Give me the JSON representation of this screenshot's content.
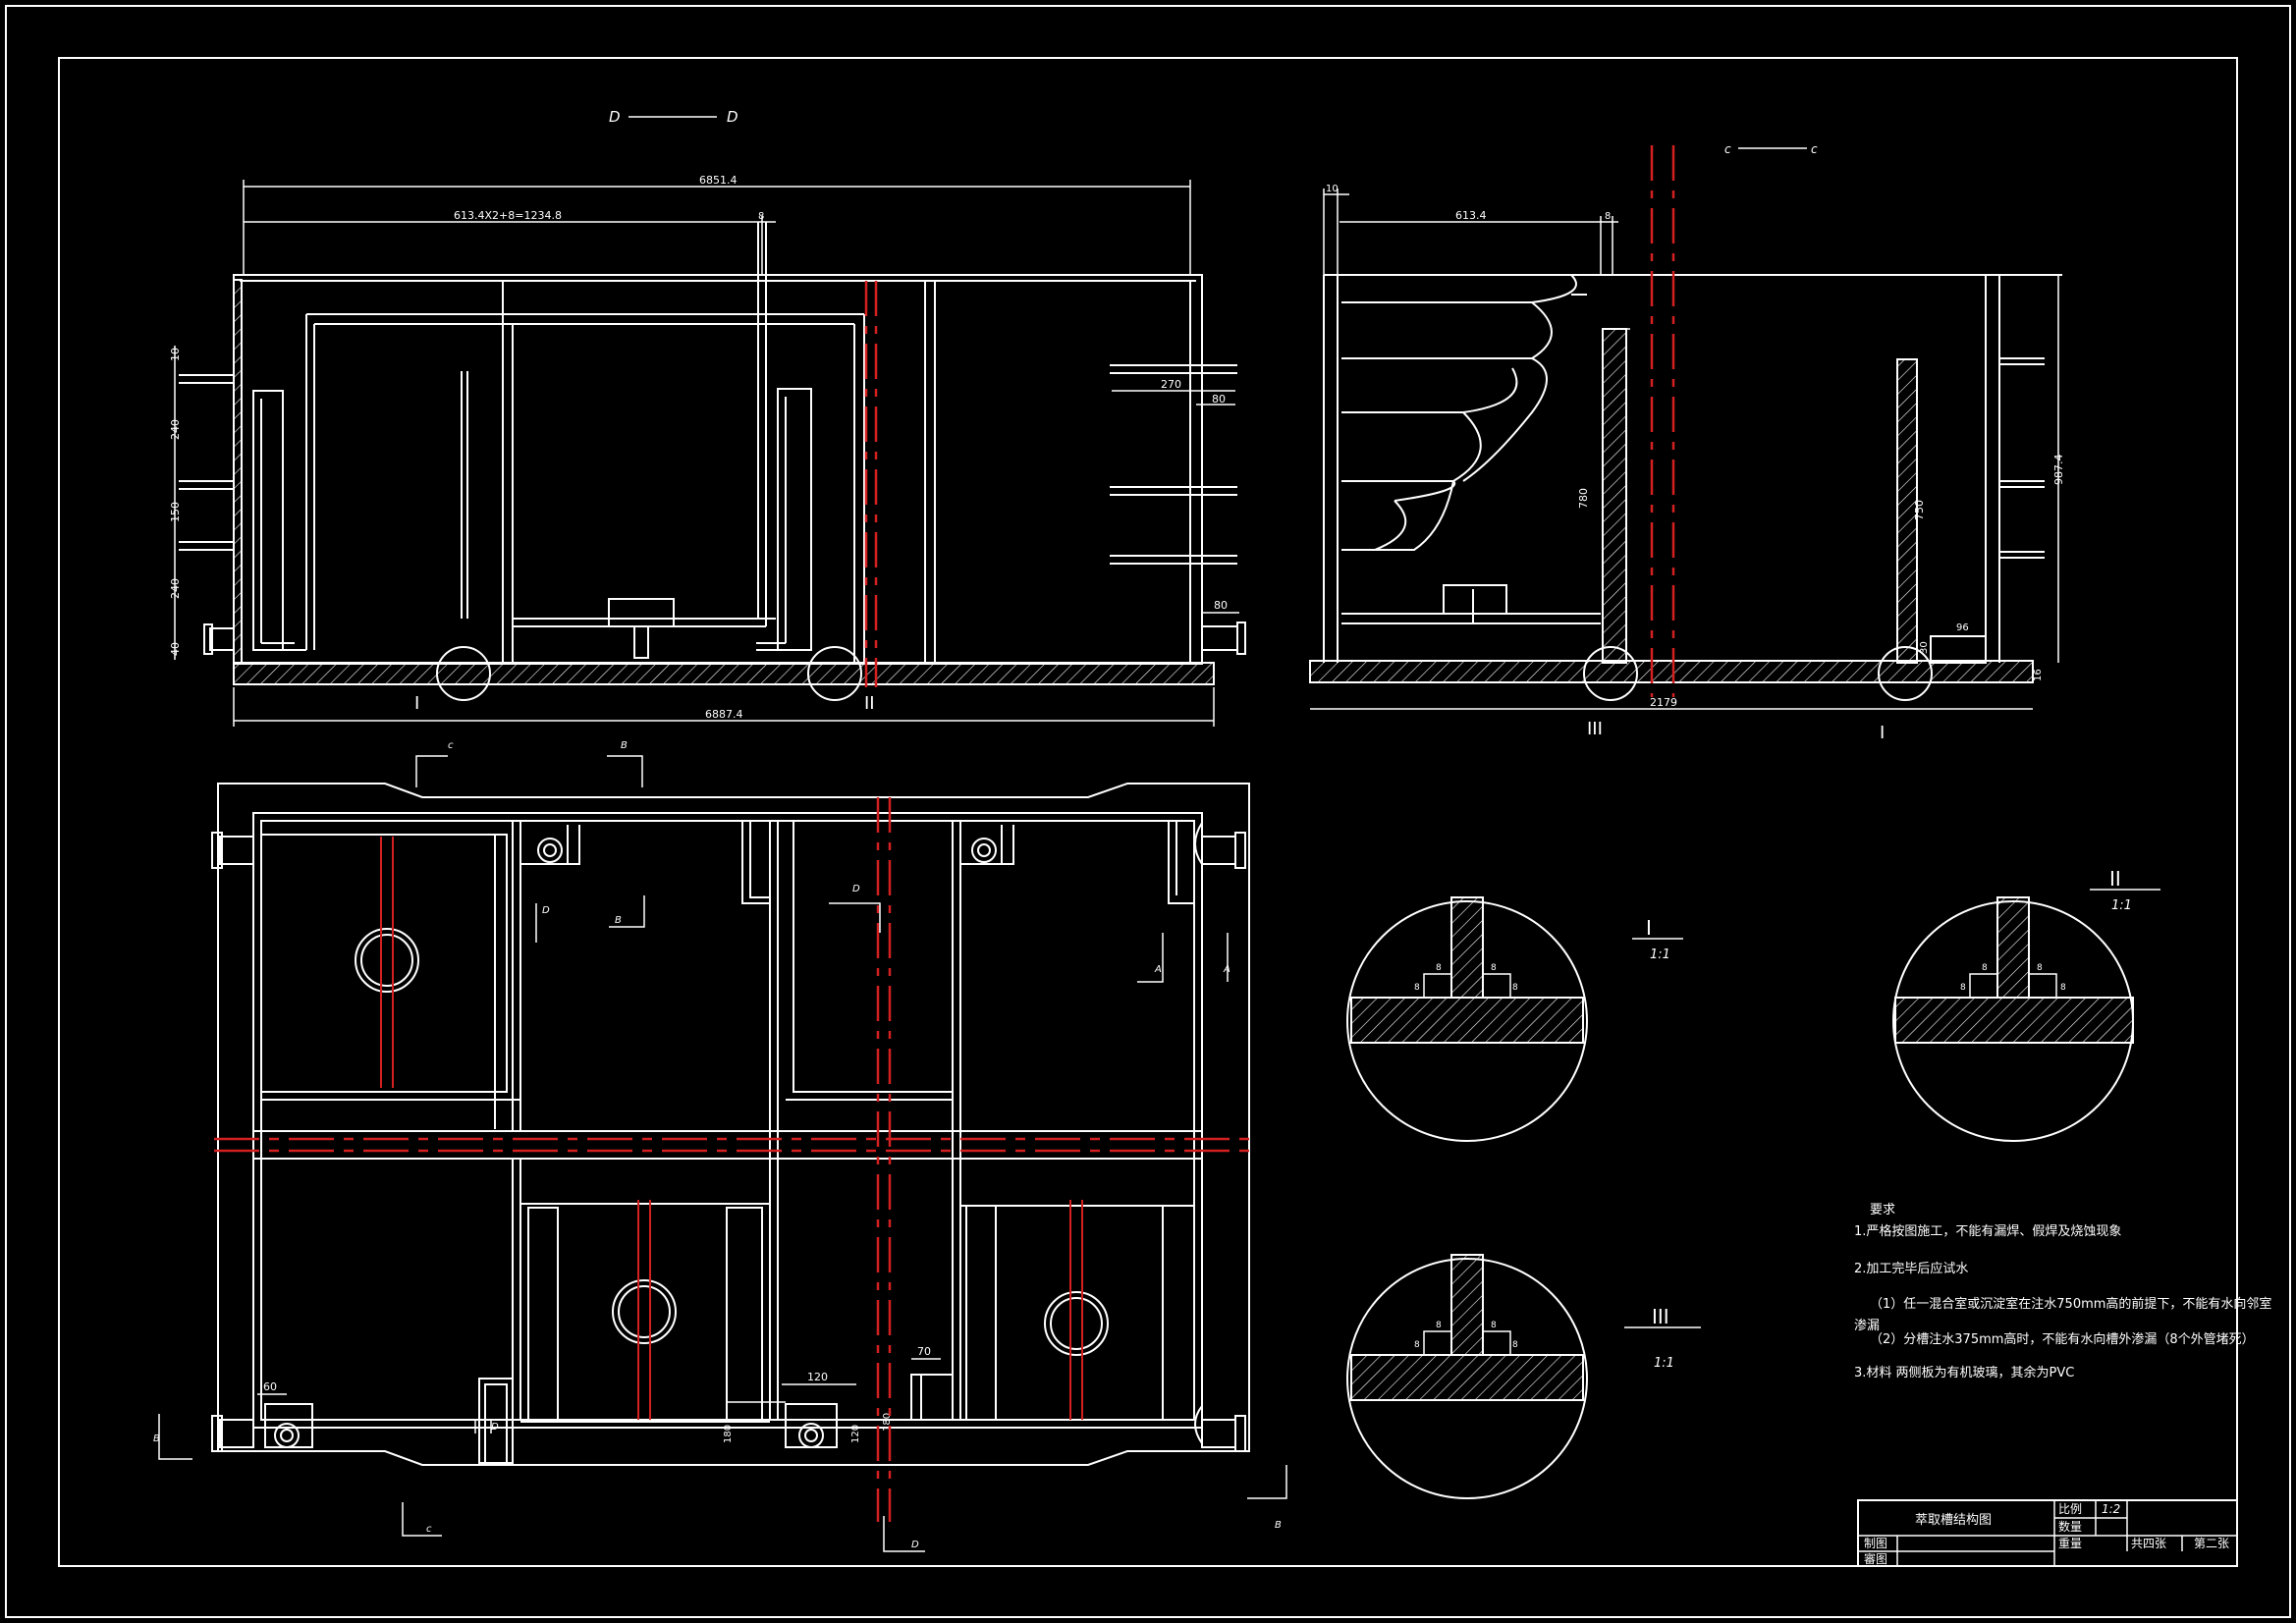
{
  "section_d": {
    "left": "D",
    "right": "D"
  },
  "section_c": {
    "left": "c",
    "right": "c"
  },
  "front_view": {
    "dims": {
      "overall_top": "6851.4",
      "sub_top": "613.4X2+8=1234.8",
      "sub_small": "8",
      "left_1": "10",
      "left_2": "240",
      "left_3": "150",
      "left_4": "240",
      "left_5": "40",
      "right_270": "270",
      "right_80a": "80",
      "right_80b": "80",
      "overall_bottom": "6887.4"
    },
    "detail_marks": [
      "I",
      "II"
    ]
  },
  "side_view": {
    "dims": {
      "top_10": "10",
      "top_613": "613.4",
      "top_8": "8",
      "h_780": "780",
      "h_750": "750",
      "h_987": "987.4",
      "w_96": "96",
      "w_30": "30",
      "bottom": "2179",
      "base_16": "16"
    },
    "detail_marks": [
      "III",
      "I"
    ]
  },
  "plan_view": {
    "section_marks": [
      "c",
      "B",
      "D",
      "B",
      "D",
      "A",
      "A",
      "B",
      "D",
      "c",
      "D",
      "B"
    ],
    "dims": {
      "d60": "60",
      "d120": "120",
      "d70": "70",
      "d180a": "180",
      "d120v": "120",
      "d180b": "180"
    }
  },
  "details": [
    {
      "label": "I",
      "scale": "1:1",
      "dims": [
        "8",
        "8",
        "8",
        "8"
      ]
    },
    {
      "label": "II",
      "scale": "1:1",
      "dims": [
        "8",
        "8",
        "8",
        "8"
      ]
    },
    {
      "label": "III",
      "scale": "1:1",
      "dims": [
        "8",
        "8",
        "8",
        "8"
      ]
    }
  ],
  "notes": {
    "title": "要求",
    "n1": "1.严格按图施工，不能有漏焊、假焊及烧蚀现象",
    "n2": "2.加工完毕后应试水",
    "n2a": "（1）任一混合室或沉淀室在注水750mm高的前提下，不能有水向邻室",
    "n2a_cont": "渗漏",
    "n2b": "（2）分槽注水375mm高时，不能有水向槽外渗漏（8个外管堵死）",
    "n3": "3.材料 两侧板为有机玻璃，其余为PVC"
  },
  "title_block": {
    "name": "萃取槽结构图",
    "scale_label": "比例",
    "scale_value": "1:2",
    "qty_label": "数量",
    "weight_label": "重量",
    "sheets_total": "共四张",
    "sheet_no": "第二张",
    "drawn_label": "制图",
    "check_label": "審图"
  }
}
